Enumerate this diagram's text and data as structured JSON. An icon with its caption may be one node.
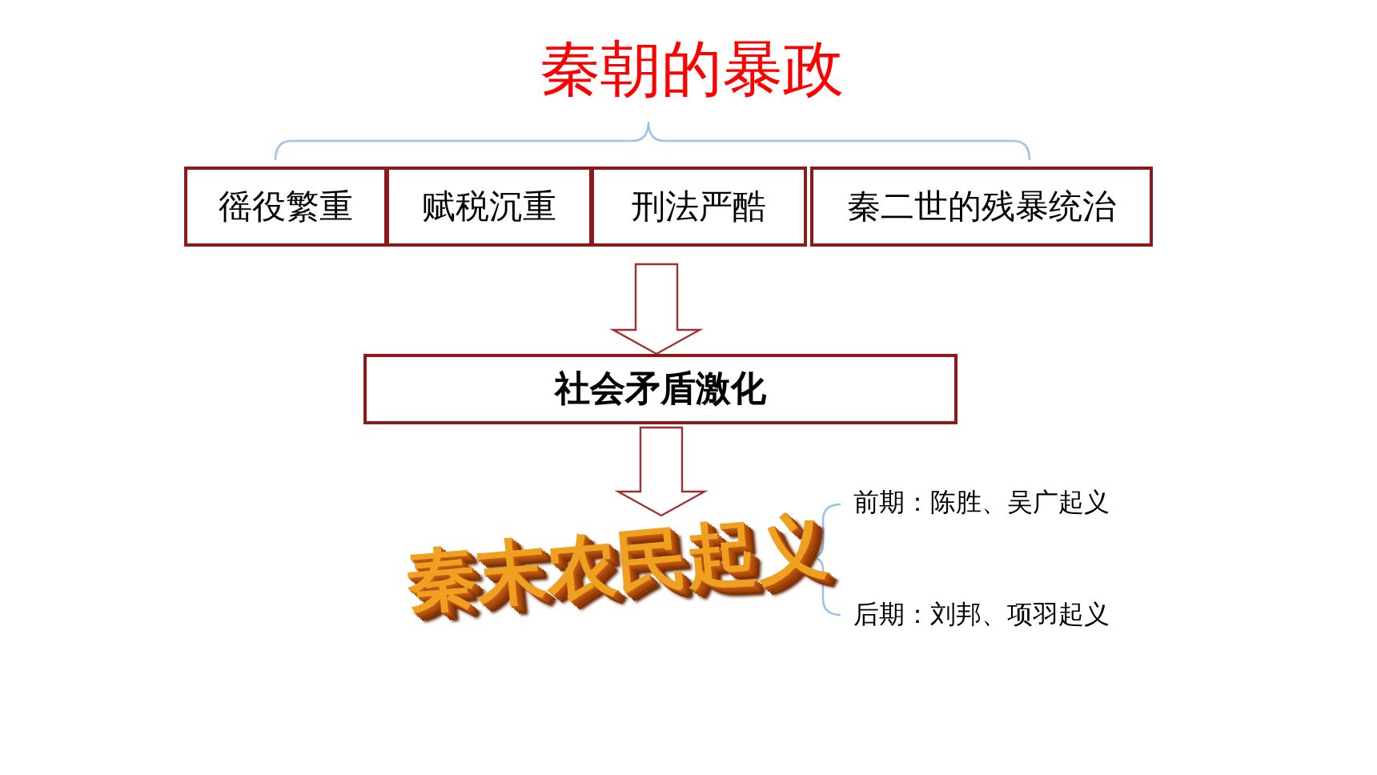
{
  "diagram": {
    "title": "秦朝的暴政",
    "nodes": [
      {
        "text": [
          "徭役繁重"
        ]
      },
      {
        "text": [
          "赋税沉重"
        ]
      },
      {
        "text": [
          "刑法严酷"
        ]
      },
      {
        "text": [
          "秦二世的残暴统治"
        ]
      },
      {
        "text": [
          "社会矛盾激化"
        ]
      },
      {
        "text": [
          "秦末农民起义"
        ]
      }
    ],
    "edges": [
      {
        "from": null,
        "to": 4,
        "arrow": "to"
      },
      {
        "from": 4,
        "to": 5,
        "arrow": "to"
      }
    ],
    "labels": [
      "前期：陈胜、吴广起义",
      "后期：刘邦、项羽起义"
    ]
  }
}
